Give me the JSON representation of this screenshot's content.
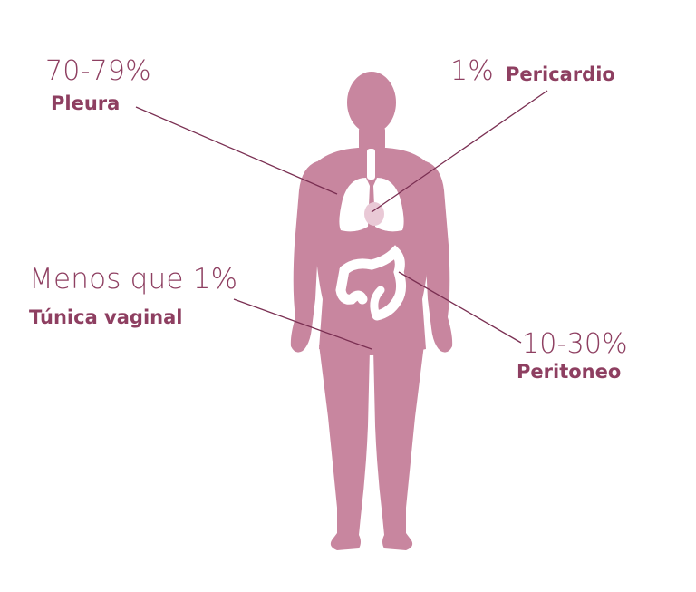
{
  "colors": {
    "body": "#c8869f",
    "organ": "#ffffff",
    "text": "#8e3f61",
    "line": "#7a2f52"
  },
  "callouts": {
    "pleura": {
      "percent": "70-79%",
      "site": "Pleura"
    },
    "pericardio": {
      "percent": "1%",
      "site": "Pericardio"
    },
    "tunica": {
      "percent": "Menos que 1%",
      "site": "Túnica vaginal"
    },
    "peritoneo": {
      "percent": "10-30%",
      "site": "Peritoneo"
    }
  }
}
